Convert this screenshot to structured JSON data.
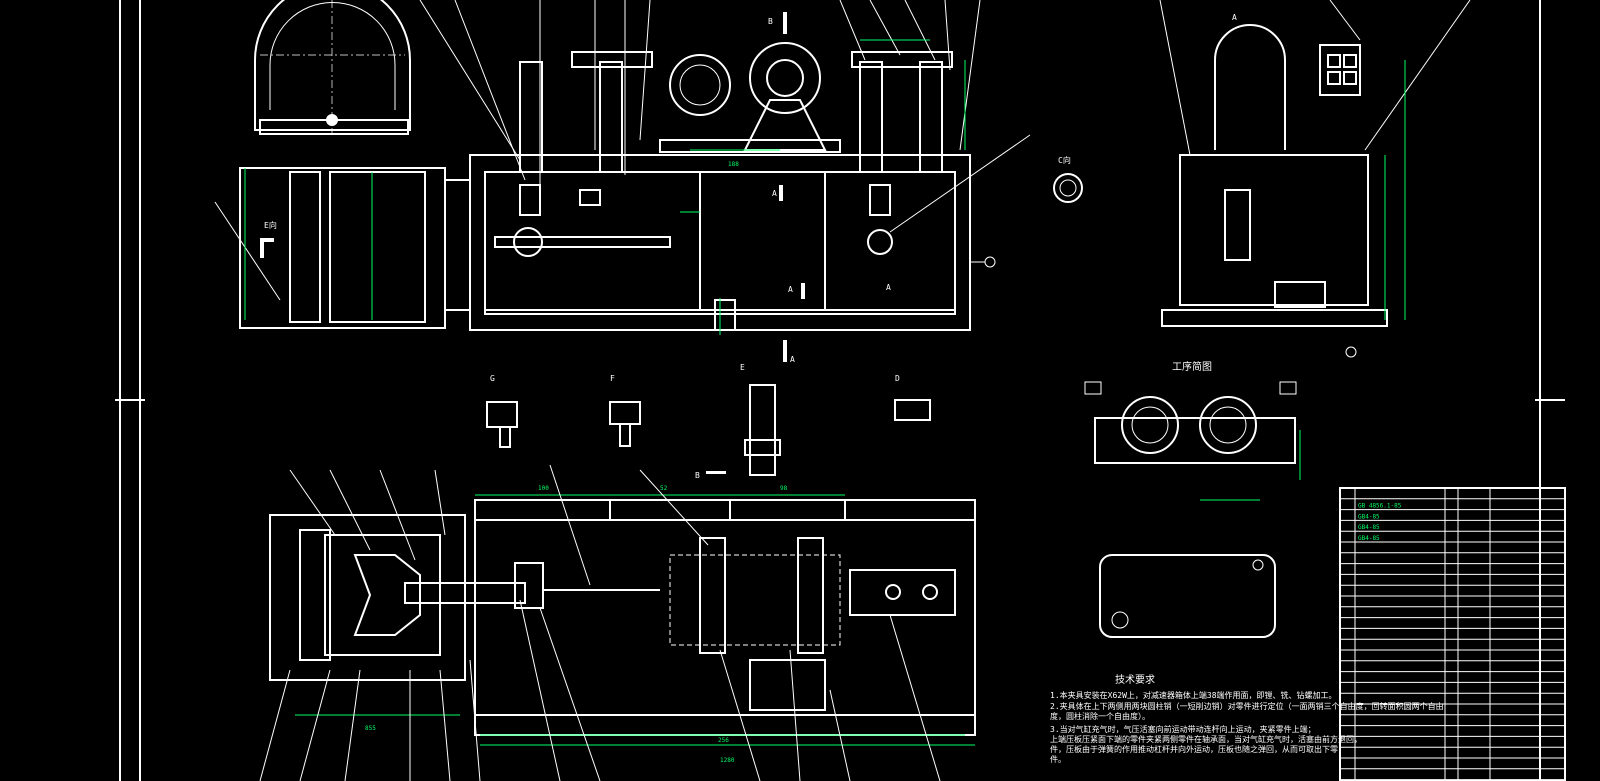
{
  "view_labels": {
    "b": "B",
    "a_top": "A",
    "a_mid": "A",
    "a_low": "A",
    "e_tail": "E向",
    "c_view": "C向",
    "side_a": "A",
    "process_title": "工序简图",
    "g": "G",
    "f": "F",
    "e": "E",
    "d": "D",
    "b_section": "B"
  },
  "tech_req": {
    "title": "技术要求",
    "lines": [
      "1.本夹具安装在X62W上，对减速器箱体上端38端作用面，即镗、铣、钻螺加工。",
      "2.夹具体在上下两侧用两块圆柱销（一短削边销）对零件进行定位（一面两销三个自由度，回转面积圆两个自由",
      "度，圆柱消除一个自由度）。",
      "3.当对气缸充气时，气压活塞向前运动带动连杆向上运动，夹紧零件上端；",
      "上端压板压紧面下端的零件夹紧两侧零件在轴承面，当对气缸充气时，活塞由前方退回，",
      "件，压板由于弹簧的作用推动杠杆并向外运动，压板也随之弹回，从而可取出下零",
      "件。"
    ]
  },
  "dims": {
    "d1": "100",
    "d2": "52",
    "d3": "98",
    "d4": "1280",
    "d5": "256",
    "d6": "855",
    "d7": "188"
  },
  "parts_list": {
    "rows": [
      [
        "",
        "",
        "",
        "",
        ""
      ],
      [
        "",
        "GB 4856.1-85",
        "",
        "",
        ""
      ],
      [
        "",
        "GB4-85",
        "",
        "",
        ""
      ],
      [
        "",
        "GB4-85",
        "",
        "",
        ""
      ],
      [
        "",
        "GB4-85",
        "",
        "",
        ""
      ],
      [
        "",
        "",
        "",
        "",
        ""
      ],
      [
        "",
        "",
        "",
        "",
        ""
      ],
      [
        "",
        "",
        "",
        "",
        ""
      ],
      [
        "",
        "",
        "",
        "",
        ""
      ],
      [
        "",
        "",
        "",
        "",
        ""
      ],
      [
        "",
        "",
        "",
        "",
        ""
      ],
      [
        "",
        "",
        "",
        "",
        ""
      ],
      [
        "",
        "",
        "",
        "",
        ""
      ],
      [
        "",
        "",
        "",
        "",
        ""
      ],
      [
        "",
        "",
        "",
        "",
        ""
      ],
      [
        "",
        "",
        "",
        "",
        ""
      ],
      [
        "",
        "",
        "",
        "",
        ""
      ],
      [
        "",
        "",
        "",
        "",
        ""
      ],
      [
        "",
        "",
        "",
        "",
        ""
      ],
      [
        "",
        "",
        "",
        "",
        ""
      ],
      [
        "",
        "",
        "",
        "",
        ""
      ],
      [
        "",
        "",
        "",
        "",
        ""
      ],
      [
        "",
        "",
        "",
        "",
        ""
      ],
      [
        "",
        "",
        "",
        "",
        ""
      ],
      [
        "",
        "",
        "",
        "",
        ""
      ],
      [
        "",
        "",
        "",
        "",
        ""
      ],
      [
        "",
        "",
        "",
        "",
        ""
      ]
    ]
  },
  "colors": {
    "background": "#000000",
    "geometry": "#ffffff",
    "dimension": "#00ff66"
  }
}
